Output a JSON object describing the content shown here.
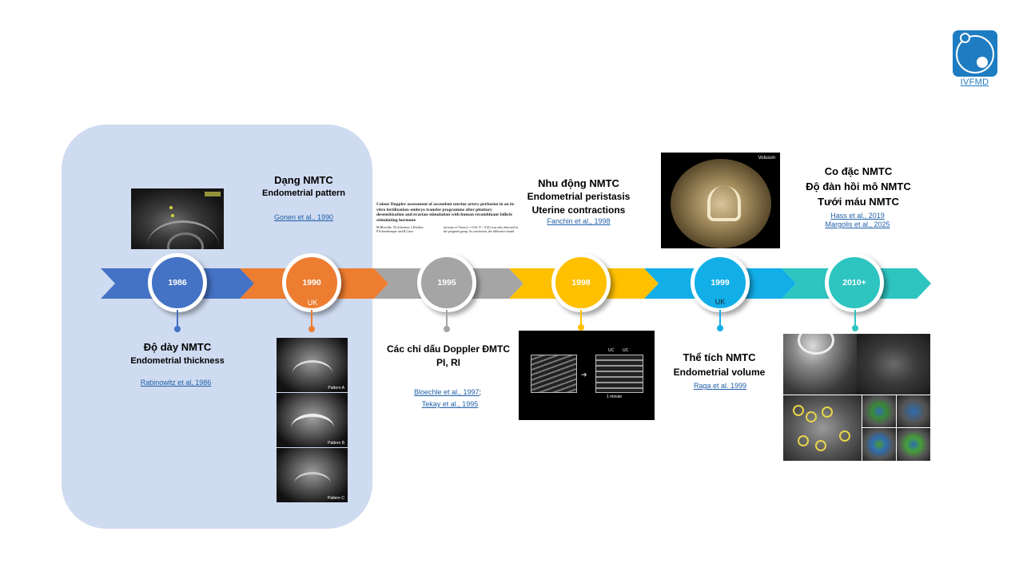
{
  "logo": {
    "text": "IVFMD"
  },
  "milestones": [
    {
      "year": "1986",
      "color": "#4472c4",
      "title_vi": "Độ dày NMTC",
      "title_en": "Endometrial thickness",
      "refs": [
        "Rabinowitz et al, 1986"
      ]
    },
    {
      "year": "1990",
      "country": "UK",
      "color": "#ed7d31",
      "title_vi": "Dạng NMTC",
      "title_en": "Endometrial pattern",
      "refs": [
        "Gonen et al., 1990"
      ],
      "image_labels": [
        "Pattern A",
        "Pattern B",
        "Pattern C"
      ]
    },
    {
      "year": "1995",
      "color": "#a5a5a5",
      "title_vi": "Các chỉ dấu Doppler ĐMTC",
      "title_en": "PI, RI",
      "refs": [
        "Bloechle et al., 1997",
        "Tekay et al., 1995"
      ],
      "ref_separator": ";",
      "paper_title": "Colour Doppler assessment of ascendent uterine artery perfusion in an in-vitro fertilization–embryo transfer programme after pituitary desensitization and ovarian stimulation with human recombinant follicle stimulating hormone",
      "paper_authors": "M.Bloechle, Th.Schreiner, I.Küchler, P.Schrenkamper and R.Lisse",
      "paper_abstract": "increase of Vmin (r = 0.65, P < 0.01) was only detected in the pregnant group. In conclusion, the difference found"
    },
    {
      "year": "1998",
      "color": "#ffc000",
      "title_vi": "Nhu động NMTC",
      "title_en": "Endometrial peristasis",
      "title_en2": "Uterine contractions",
      "refs": [
        "Fanchin et al., 1998"
      ],
      "image_labels": [
        "UC",
        "UC",
        "1 minute"
      ]
    },
    {
      "year": "1999",
      "country": "UK",
      "color": "#12aee8",
      "title_vi": "Thể tích NMTC",
      "title_en": "Endometrial volume",
      "refs": [
        "Raga et al. 1999"
      ],
      "image_labels": [
        "Voluson"
      ]
    },
    {
      "year": "2010+",
      "color": "#2ec4c0",
      "title_vi": "Co đặc NMTC",
      "title_vi2": "Độ đàn hồi mô NMTC",
      "title_vi3": "Tưới máu NMTC",
      "refs": [
        "Hass et al., 2019",
        "Margolis et al., 2025"
      ]
    }
  ]
}
